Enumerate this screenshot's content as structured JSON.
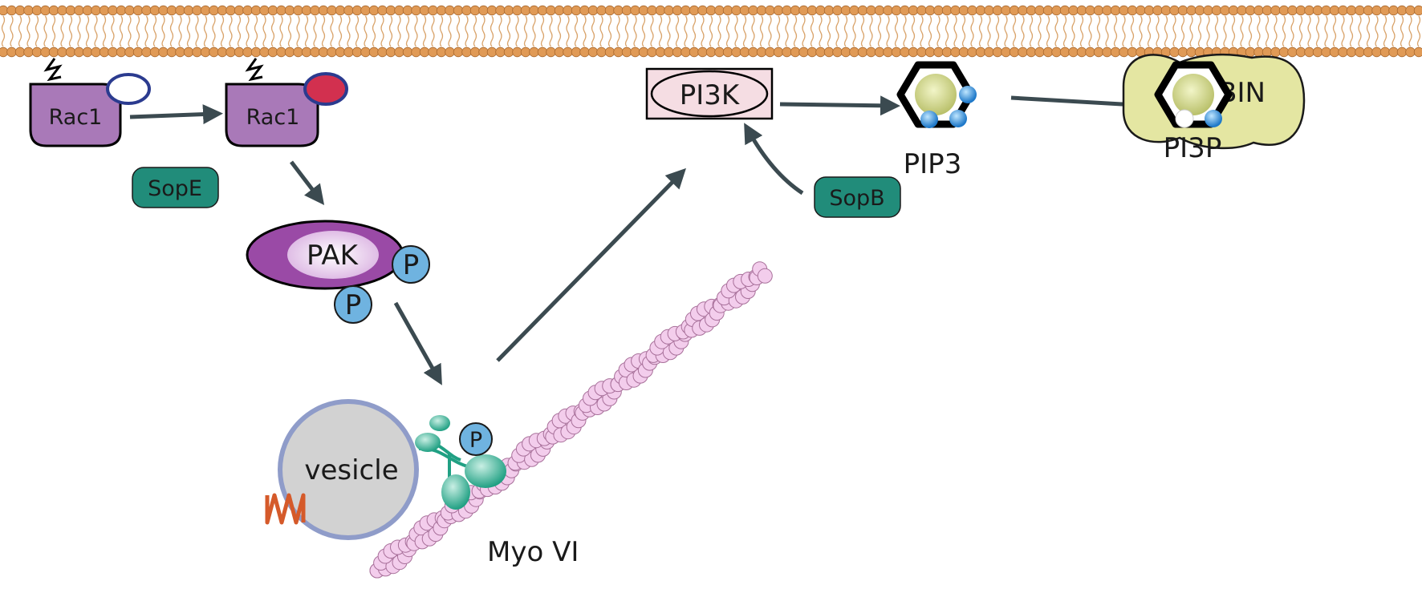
{
  "labels": {
    "rac1_left": "Rac1",
    "rac1_right": "Rac1",
    "sope": "SopE",
    "pak": "PAK",
    "phospho_pak_top": "P",
    "phospho_pak_bottom": "P",
    "vesicle": "vesicle",
    "phospho_myo": "P",
    "myo": "Myo VI",
    "pi3k": "PI3K",
    "sopb": "SopB",
    "pip3": "PIP3",
    "pi3p": "PI3P",
    "frabin": "FRABIN"
  },
  "colors": {
    "membrane_head": "#e09a56",
    "membrane_tail": "#d9a36a",
    "rac1": "#a979b8",
    "gdp_bound": "#ffffff",
    "gtp_bound": "#d2304f",
    "pak_outer": "#9a4aa6",
    "pak_inner": "#ead3ee",
    "phosphate": "#6fb3e0",
    "effector_tag": "#218c7a",
    "pi3k_fill": "#f5dde3",
    "actin": "#f3cdec",
    "vesicle_fill": "#d2d2d2",
    "vesicle_border": "#8f9cc9",
    "myosin": "#3fb39a",
    "frabin_fill": "#e4e6a2",
    "arrow": "#3b4a50"
  },
  "icons": [
    "lipid-bilayer",
    "gdp-circle",
    "gtp-circle",
    "phosphate-circle",
    "inositol-ring",
    "actin-filament",
    "myosin-motor",
    "transmembrane-protein"
  ]
}
